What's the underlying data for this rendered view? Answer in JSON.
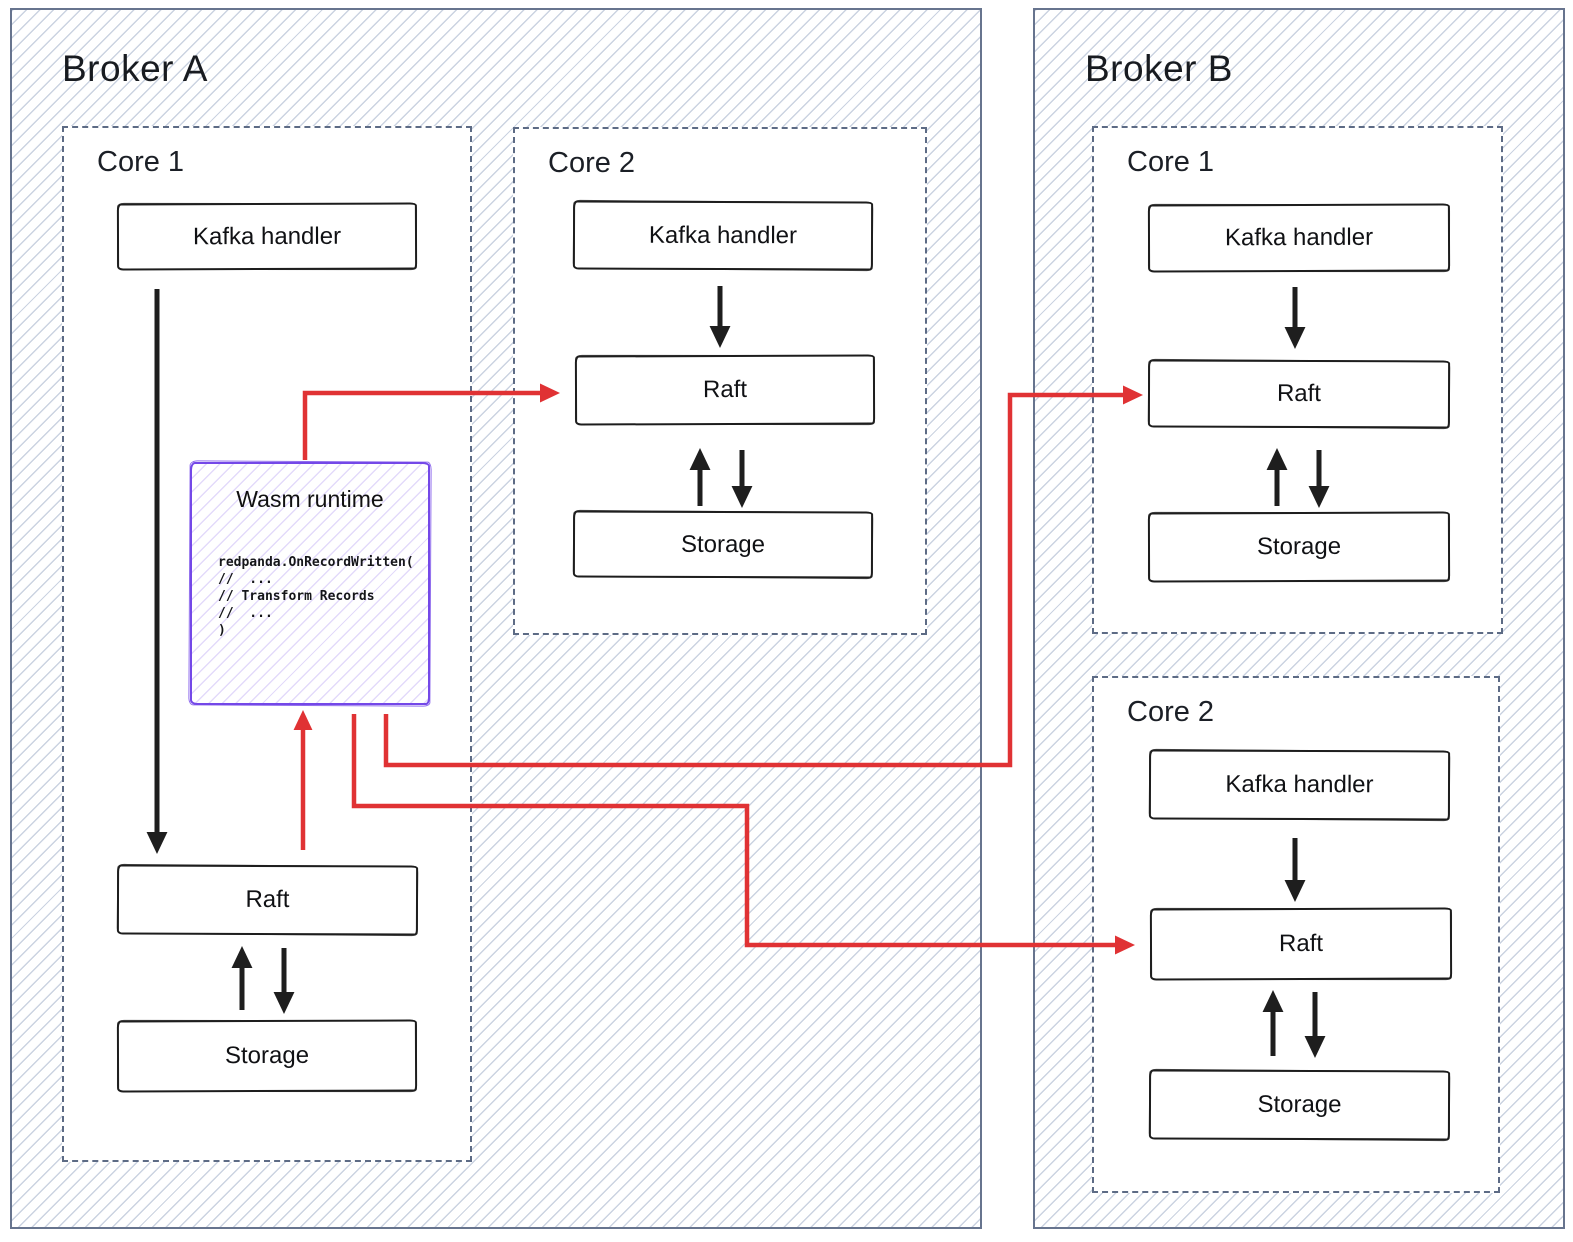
{
  "colors": {
    "red": "#e03234",
    "purple": "#7448e8",
    "ink": "#1e1e1e",
    "broker-border": "#67748e",
    "core-border": "#5d6b85",
    "hatch": "#cbd3e1"
  },
  "broker_a": {
    "title": "Broker A",
    "core1": {
      "label": "Core 1",
      "kafka_label": "Kafka handler",
      "raft_label": "Raft",
      "storage_label": "Storage",
      "wasm": {
        "title": "Wasm runtime",
        "code": "redpanda.OnRecordWritten(\n//  ...\n// Transform Records\n//  ...\n)"
      }
    },
    "core2": {
      "label": "Core 2",
      "kafka_label": "Kafka handler",
      "raft_label": "Raft",
      "storage_label": "Storage"
    }
  },
  "broker_b": {
    "title": "Broker B",
    "core1": {
      "label": "Core 1",
      "kafka_label": "Kafka handler",
      "raft_label": "Raft",
      "storage_label": "Storage"
    },
    "core2": {
      "label": "Core 2",
      "kafka_label": "Kafka handler",
      "raft_label": "Raft",
      "storage_label": "Storage"
    }
  }
}
